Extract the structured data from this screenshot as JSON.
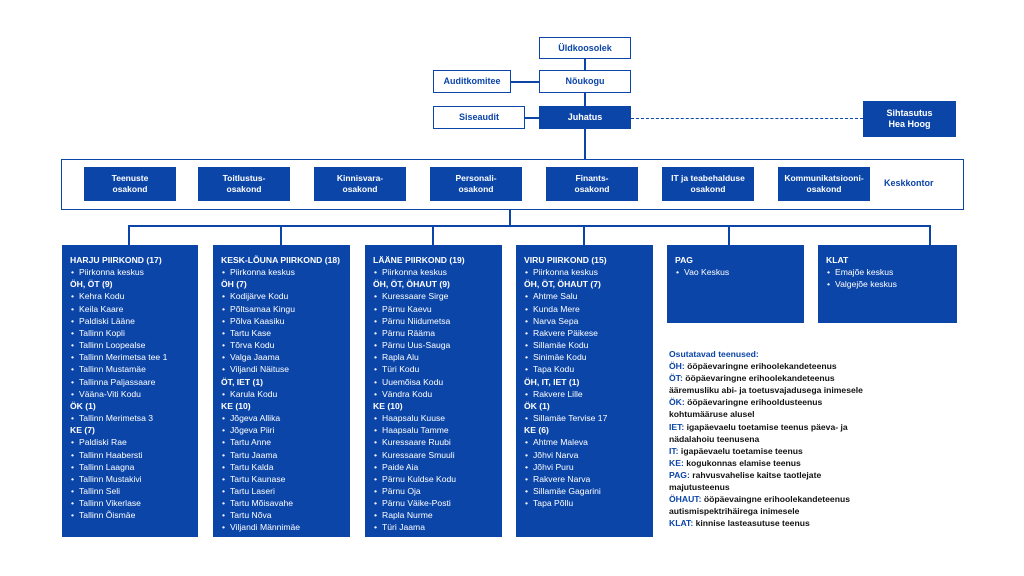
{
  "top": {
    "uldkoosolek": "Üldkoosolek",
    "noukogu": "Nõukogu",
    "auditkomitee": "Auditkomitee",
    "siseaudit": "Siseaudit",
    "juhatus": "Juhatus",
    "sihtasutus": "Sihtasutus\nHea Hoog"
  },
  "departments": [
    "Teenuste\nosakond",
    "Toitlustus-\nosakond",
    "Kinnisvara-\nosakond",
    "Personali-\nosakond",
    "Finants-\nosakond",
    "IT ja teabehalduse\nosakond",
    "Kommunikatsiooni-\nosakond"
  ],
  "keskkontor": "Keskkontor",
  "regions": [
    {
      "title": "HARJU PIIRKOND (17)",
      "groups": [
        {
          "label": "",
          "items": [
            "Piirkonna keskus"
          ]
        },
        {
          "label": "ÖH, ÖT (9)",
          "items": [
            "Kehra Kodu",
            "Keila Kaare",
            "Paldiski Lääne",
            "Tallinn Kopli",
            "Tallinn Loopealse",
            "Tallinn Merimetsa tee 1",
            "Tallinn Mustamäe",
            "Tallinna Paljassaare",
            "Vääna-Viti Kodu"
          ]
        },
        {
          "label": "ÖK (1)",
          "items": [
            "Tallinn Merimetsa 3"
          ]
        },
        {
          "label": "KE (7)",
          "items": [
            "Paldiski Rae",
            "Tallinn Haabersti",
            "Tallinn Laagna",
            "Tallinn Mustakivi",
            "Tallinn Seli",
            "Tallinn Vikerlase",
            "Tallinn Õismäe"
          ]
        }
      ]
    },
    {
      "title": "KESK-LÕUNA PIIRKOND (18)",
      "groups": [
        {
          "label": "",
          "items": [
            "Piirkonna keskus"
          ]
        },
        {
          "label": "ÖH (7)",
          "items": [
            "Kodijärve Kodu",
            "Põltsamaa Kingu",
            "Põlva Kaasiku",
            "Tartu Kase",
            "Tõrva Kodu",
            "Valga Jaama",
            "Viljandi Näituse"
          ]
        },
        {
          "label": "ÖT, IET (1)",
          "items": [
            "Karula Kodu"
          ]
        },
        {
          "label": "KE (10)",
          "items": [
            "Jõgeva Allika",
            "Jõgeva Piiri",
            "Tartu Anne",
            "Tartu Jaama",
            "Tartu Kalda",
            "Tartu Kaunase",
            "Tartu Laseri",
            "Tartu Mõisavahe",
            "Tartu Nõva",
            "Viljandi Männimäe"
          ]
        }
      ]
    },
    {
      "title": "LÄÄNE PIIRKOND (19)",
      "groups": [
        {
          "label": "",
          "items": [
            "Piirkonna keskus"
          ]
        },
        {
          "label": "ÖH, ÖT, ÖHAUT (9)",
          "items": [
            "Kuressaare Sirge",
            "Pärnu Kaevu",
            "Pärnu Niidumetsa",
            "Pärnu Rääma",
            "Pärnu Uus-Sauga",
            "Rapla Alu",
            "Türi Kodu",
            "Uuemõisa Kodu",
            "Vändra Kodu"
          ]
        },
        {
          "label": "KE (10)",
          "items": [
            "Haapsalu Kuuse",
            "Haapsalu Tamme",
            "Kuressaare Ruubi",
            "Kuressaare Smuuli",
            "Paide Aia",
            "Pärnu Kuldse Kodu",
            "Pärnu Oja",
            "Pärnu Väike-Posti",
            "Rapla Nurme",
            "Türi Jaama"
          ]
        }
      ]
    },
    {
      "title": "VIRU PIIRKOND (15)",
      "groups": [
        {
          "label": "",
          "items": [
            "Piirkonna keskus"
          ]
        },
        {
          "label": "ÖH, ÖT, ÖHAUT (7)",
          "items": [
            "Ahtme Salu",
            "Kunda Mere",
            "Narva Sepa",
            "Rakvere Päikese",
            "Sillamäe Kodu",
            "Sinimäe Kodu",
            "Tapa Kodu"
          ]
        },
        {
          "label": "ÖH, IT, IET (1)",
          "items": [
            "Rakvere Lille"
          ]
        },
        {
          "label": "ÖK (1)",
          "items": [
            "Sillamäe Tervise 17"
          ]
        },
        {
          "label": "KE (6)",
          "items": [
            "Ahtme Maleva",
            "Jõhvi Narva",
            "Jõhvi Puru",
            "Rakvere Narva",
            "Sillamäe Gagarini",
            "Tapa Põllu"
          ]
        }
      ]
    },
    {
      "title": "PAG",
      "groups": [
        {
          "label": "",
          "items": [
            "Vao Keskus"
          ]
        }
      ]
    },
    {
      "title": "KLAT",
      "groups": [
        {
          "label": "",
          "items": [
            "Emajõe keskus",
            "Valgejõe keskus"
          ]
        }
      ]
    }
  ],
  "legend": {
    "title": "Osutatavad teenused:",
    "entries": [
      {
        "key": "ÖH:",
        "value": "ööpäevaringne erihoolekandeteenus"
      },
      {
        "key": "ÖT:",
        "value": "ööpäevaringne erihoolekandeteenus ääremusliku abi- ja toetusvajadusega inimesele"
      },
      {
        "key": "ÖK:",
        "value": "ööpäevaringne erihooldusteenus kohtumääruse alusel"
      },
      {
        "key": "IET:",
        "value": "igapäevaelu toetamise teenus päeva- ja nädalahoiu teenusena"
      },
      {
        "key": "IT:",
        "value": "igapäevaelu toetamise teenus"
      },
      {
        "key": "KE:",
        "value": "kogukonnas elamise teenus"
      },
      {
        "key": "PAG:",
        "value": "rahvusvahelise kaitse taotlejate majutusteenus"
      },
      {
        "key": "ÖHAUT:",
        "value": "ööpäevaingne erihoolekandeteenus autismispektrihäirega inimesele"
      },
      {
        "key": "KLAT:",
        "value": "kinnise lasteasutuse teenus"
      }
    ]
  }
}
